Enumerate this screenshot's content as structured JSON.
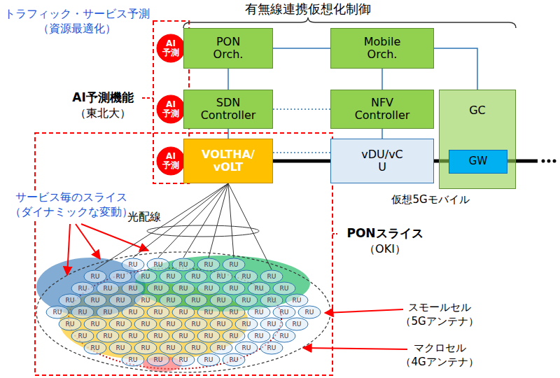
{
  "diagram": {
    "title": "有無線連携仮想化制御",
    "nodes": [
      {
        "text": [
          "AI 予測"
        ]
      },
      {
        "text": [
          "PON Orch."
        ]
      },
      {
        "text": [
          "Mobile Orch."
        ]
      },
      {
        "text": [
          "AI 予測"
        ]
      },
      {
        "text": [
          "SDN Controller"
        ]
      },
      {
        "text": [
          "NFV Controller"
        ]
      },
      {
        "text": [
          "GC"
        ]
      },
      {
        "text": [
          "GW"
        ],
        "in": 6
      },
      {
        "text": [
          "AI 予測"
        ]
      },
      {
        "text": [
          "VOLTHA/ vOLT"
        ]
      },
      {
        "text": [
          "vDU/vC U"
        ]
      },
      {
        "text": [
          "RU"
        ]
      },
      {
        "text": [
          "RU"
        ]
      },
      {
        "text": [
          "RU"
        ]
      },
      {
        "text": [
          "RU"
        ]
      },
      {
        "text": [
          "RU"
        ]
      },
      {
        "text": [
          "RU"
        ]
      },
      {
        "text": [
          "RU"
        ]
      },
      {
        "text": [
          "RU"
        ]
      },
      {
        "text": [
          "RU"
        ]
      },
      {
        "text": [
          "RU"
        ]
      },
      {
        "text": [
          "RU"
        ]
      },
      {
        "text": [
          "RU"
        ]
      },
      {
        "text": [
          "RU"
        ]
      },
      {
        "text": [
          "RU"
        ]
      },
      {
        "text": [
          "RU"
        ]
      },
      {
        "text": [
          "RU"
        ]
      },
      {
        "text": [
          "RU"
        ]
      },
      {
        "text": [
          "RU"
        ]
      },
      {
        "text": [
          "RU"
        ]
      },
      {
        "text": [
          "RU"
        ]
      },
      {
        "text": [
          "RU"
        ]
      },
      {
        "text": [
          "RU"
        ]
      },
      {
        "text": [
          "RU"
        ]
      },
      {
        "text": [
          "RU"
        ]
      },
      {
        "text": [
          "RU"
        ]
      },
      {
        "text": [
          "RU"
        ]
      },
      {
        "text": [
          "RU"
        ]
      },
      {
        "text": [
          "RU"
        ]
      },
      {
        "text": [
          "RU"
        ]
      },
      {
        "text": [
          "RU"
        ]
      },
      {
        "text": [
          "RU"
        ]
      },
      {
        "text": [
          "RU"
        ]
      },
      {
        "text": [
          "RU"
        ]
      },
      {
        "text": [
          "RU"
        ]
      },
      {
        "text": [
          "RU"
        ]
      },
      {
        "text": [
          "RU"
        ]
      },
      {
        "text": [
          "RU"
        ]
      },
      {
        "text": [
          "RU"
        ]
      },
      {
        "text": [
          "RU"
        ]
      },
      {
        "text": [
          "RU"
        ]
      },
      {
        "text": [
          "RU"
        ]
      },
      {
        "text": [
          "RU"
        ]
      },
      {
        "text": [
          "RU"
        ]
      },
      {
        "text": [
          "RU"
        ]
      },
      {
        "text": [
          "RU"
        ]
      },
      {
        "text": [
          "RU"
        ]
      },
      {
        "text": [
          "RU"
        ]
      },
      {
        "text": [
          "RU"
        ]
      },
      {
        "text": [
          "RU"
        ]
      },
      {
        "text": [
          "RU"
        ]
      },
      {
        "text": [
          "RU"
        ]
      },
      {
        "text": [
          "RU"
        ]
      },
      {
        "text": [
          "RU"
        ]
      },
      {
        "text": [
          "RU"
        ]
      },
      {
        "text": [
          "RU"
        ]
      },
      {
        "text": [
          "RU"
        ]
      },
      {
        "text": [
          "RU"
        ]
      },
      {
        "text": [
          "RU"
        ]
      },
      {
        "text": [
          "RU"
        ]
      },
      {
        "text": [
          "RU"
        ]
      },
      {
        "text": [
          "RU"
        ]
      },
      {
        "text": [
          "RU"
        ]
      },
      {
        "text": [
          "RU"
        ]
      },
      {
        "text": [
          "RU"
        ]
      },
      {
        "text": [
          "RU"
        ]
      },
      {
        "text": [
          "RU"
        ]
      },
      {
        "text": [
          "RU"
        ]
      },
      {
        "text": [
          "RU"
        ]
      },
      {
        "text": [
          "RU"
        ]
      },
      {
        "text": [
          "RU"
        ]
      },
      {
        "text": [
          "RU"
        ]
      },
      {
        "text": [
          "RU"
        ]
      },
      {
        "text": [
          "RU"
        ]
      },
      {
        "text": [
          "RU"
        ]
      },
      {
        "text": [
          "RU"
        ]
      }
    ],
    "edges": [
      {
        "from": 1,
        "to": 2,
        "arrow": "none"
      },
      {
        "from": 1,
        "to": 4,
        "arrow": "none"
      },
      {
        "from": 2,
        "to": 5,
        "arrow": "none"
      },
      {
        "from": 2,
        "to": 6,
        "arrow": "none"
      },
      {
        "from": 4,
        "to": 5,
        "arrow": "none"
      },
      {
        "from": 4,
        "to": 9,
        "arrow": "none"
      },
      {
        "from": 5,
        "to": 10,
        "arrow": "none"
      },
      {
        "from": 9,
        "to": 10,
        "arrow": "none"
      },
      {
        "from": 9,
        "to": 10,
        "arrow": "none"
      },
      {
        "from": 10,
        "to": 7,
        "arrow": "none"
      },
      {
        "from": 9,
        "to": 11,
        "arrow": "none"
      },
      {
        "from": 9,
        "to": 12,
        "arrow": "none"
      },
      {
        "from": 9,
        "to": 13,
        "arrow": "none"
      },
      {
        "from": 9,
        "to": 14,
        "arrow": "none"
      },
      {
        "from": 9,
        "to": 15,
        "arrow": "none"
      },
      {
        "from": 9,
        "to": 16,
        "arrow": "none"
      },
      {
        "from": 9,
        "to": 23,
        "arrow": "none"
      }
    ],
    "labels": [
      "トラフィック・サービス予測 （資源最適化）",
      "AI予測機能",
      "（東北大）",
      "仮想5Gモバイル",
      "サービス毎のスライス （ダイナミックな変動）",
      "光配線",
      "PONスライス",
      "（OKI）",
      "スモールセル （5Gアンテナ）",
      "マクロセル （4Gアンテナ）"
    ]
  }
}
